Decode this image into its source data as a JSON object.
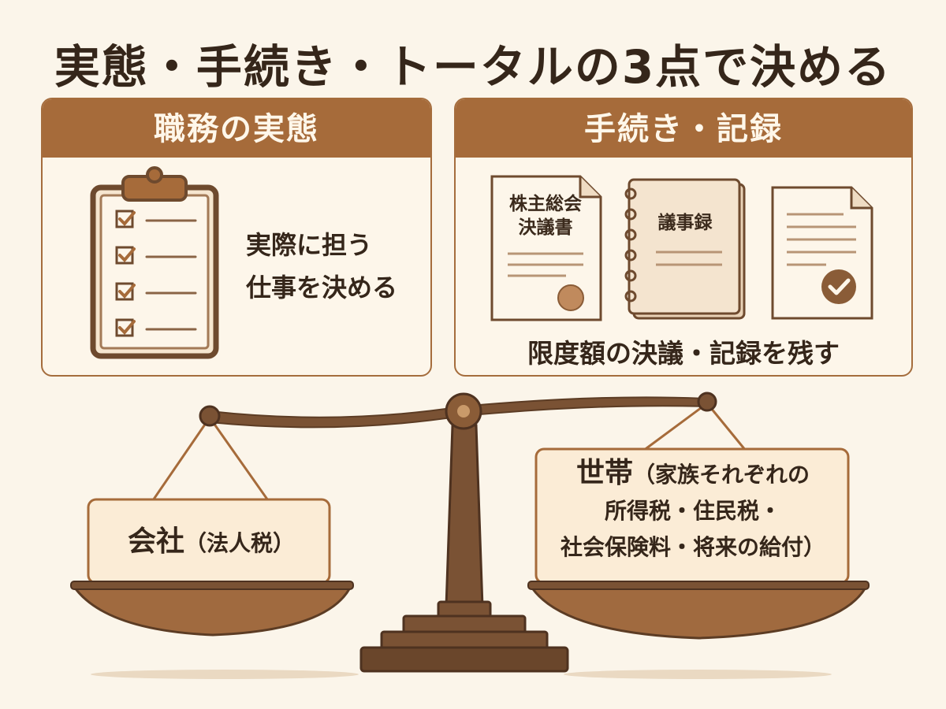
{
  "title": "実態・手続き・トータルの3点で決める",
  "panels": {
    "duties": {
      "header": "職務の実態",
      "text_line1": "実際に担う",
      "text_line2": "仕事を決める"
    },
    "procedure": {
      "header": "手続き・記録",
      "doc1_line1": "株主総会",
      "doc1_line2": "決議書",
      "doc2": "議事録",
      "caption": "限度額の決議・記録を残す"
    }
  },
  "scale": {
    "left": {
      "main": "会社",
      "sub": "（法人税）"
    },
    "right": {
      "main": "世帯",
      "sub_line1": "（家族それぞれの",
      "sub_line2": "所得税・住民税・",
      "sub_line3": "社会保険料・将来の給付）"
    }
  },
  "colors": {
    "background": "#fbf5ea",
    "accent": "#a66b3a",
    "dark": "#6e4a2e",
    "text": "#35261a"
  }
}
